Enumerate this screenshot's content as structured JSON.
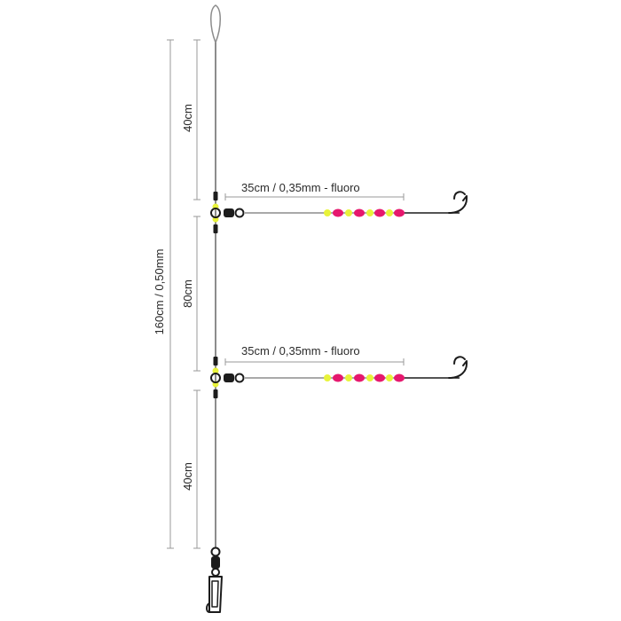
{
  "diagram": {
    "labels": {
      "top_section": "40cm",
      "middle_section": "80cm",
      "bottom_section": "40cm",
      "total": "160cm / 0,50mm",
      "branch_1": "35cm / 0,35mm - fluoro",
      "branch_2": "35cm / 0,35mm - fluoro"
    },
    "colors": {
      "main_line": "#8c8c8c",
      "leader_line": "#a9a9a9",
      "dimension_line": "#9a9a9a",
      "bead_yellow": "#e8f33a",
      "bead_pink": "#e6186e",
      "hardware": "#1c1c1c",
      "text": "#2b2b2b"
    },
    "icons": {
      "loop": "top-loop-icon",
      "swivel": "swivel-icon",
      "hook": "hook-icon",
      "snap": "snap-swivel-icon"
    }
  }
}
